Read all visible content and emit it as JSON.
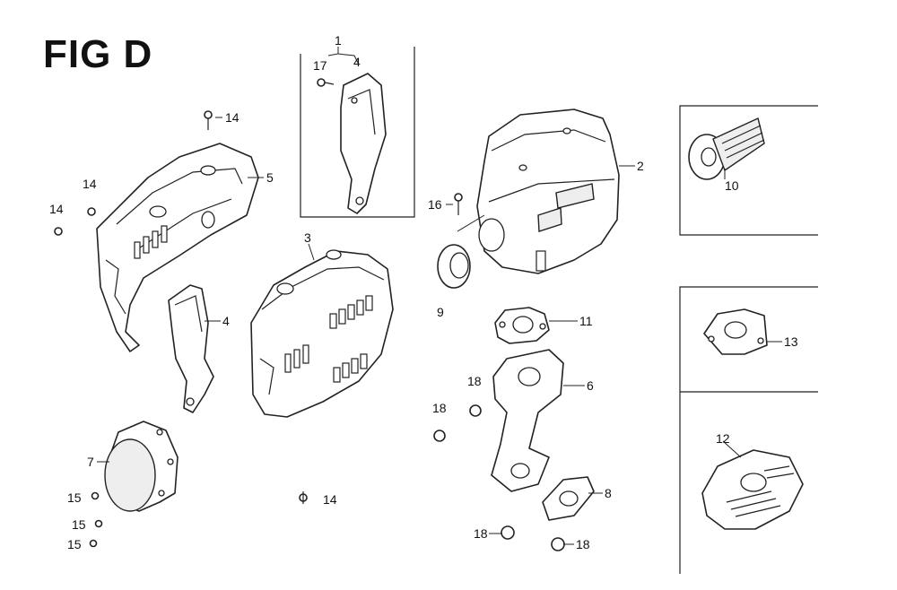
{
  "figure": {
    "title": "FIG D"
  },
  "callouts": {
    "c1": "1",
    "c17": "17",
    "c4a": "4",
    "c14a": "14",
    "c5": "5",
    "c14b": "14",
    "c14c": "14",
    "c3": "3",
    "c4b": "4",
    "c2": "2",
    "c16": "16",
    "c9": "9",
    "c11": "11",
    "c10": "10",
    "c13": "13",
    "c6": "6",
    "c18a": "18",
    "c18b": "18",
    "c7": "7",
    "c15a": "15",
    "c15b": "15",
    "c15c": "15",
    "c14d": "14",
    "c8": "8",
    "c18c": "18",
    "c18d": "18",
    "c12": "12"
  }
}
